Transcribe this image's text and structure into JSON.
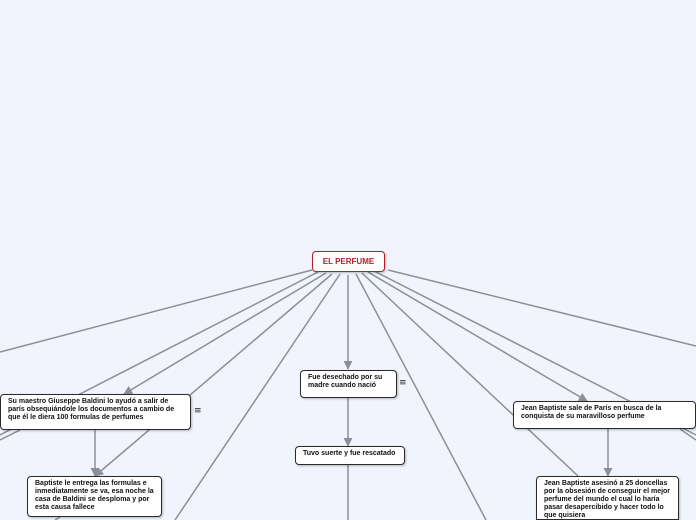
{
  "mindmap": {
    "root": "EL PERFUME",
    "nodes": {
      "madre": "Fue desechado por su madre cuando nació",
      "rescatado": "Tuvo suerte y fue rescatado",
      "baldini": "Su maestro Giuseppe Baldini lo ayudó a salir de parís obsequiándole los documentos a cambio de que él le diera 100 formulas de perfumes",
      "entrega": "Baptiste le entrega las formulas e inmediatamente se va, esa noche la casa de Baldini se desploma y por esta causa fallece",
      "paris": "Jean Baptiste sale de París en busca de la conquista de su maravilloso perfume",
      "doncellas": "Jean Baptiste asesinó a 25 doncellas por la obsesión de conseguir el mejor perfume del mundo el cual lo haría pasar desapercibido y hacer todo lo que quisiera"
    },
    "notes_icon": "notes-icon",
    "colors": {
      "line": "#8a8f98",
      "root_border": "#b3202a",
      "background": "#f1f4fc"
    }
  }
}
